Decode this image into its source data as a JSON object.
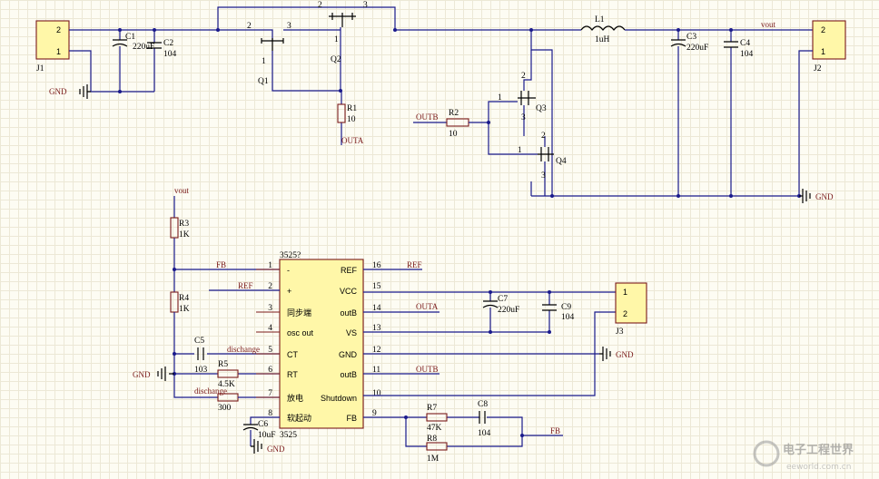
{
  "nets": {
    "gnd": "GND",
    "vout": "vout",
    "outa": "OUTA",
    "outb": "OUTB",
    "fb": "FB",
    "ref": "REF",
    "discharge": "dischange"
  },
  "connectors": {
    "j1": {
      "ref": "J1",
      "pins": [
        "2",
        "1"
      ]
    },
    "j2": {
      "ref": "J2",
      "pins": [
        "2",
        "1"
      ]
    },
    "j3": {
      "ref": "J3",
      "pins": [
        "1",
        "2"
      ]
    }
  },
  "parts": {
    "c1": {
      "ref": "C1",
      "value": "220uF"
    },
    "c2": {
      "ref": "C2",
      "value": "104"
    },
    "c3": {
      "ref": "C3",
      "value": "220uF"
    },
    "c4": {
      "ref": "C4",
      "value": "104"
    },
    "c5": {
      "ref": "C5",
      "value": "103"
    },
    "c6": {
      "ref": "C6",
      "value": "10uF"
    },
    "c7": {
      "ref": "C7",
      "value": "220uF"
    },
    "c8": {
      "ref": "C8",
      "value": "104"
    },
    "c9": {
      "ref": "C9",
      "value": "104"
    },
    "l1": {
      "ref": "L1",
      "value": "1uH"
    },
    "r1": {
      "ref": "R1",
      "value": "10"
    },
    "r2": {
      "ref": "R2",
      "value": "10"
    },
    "r3": {
      "ref": "R3",
      "value": "1K"
    },
    "r4": {
      "ref": "R4",
      "value": "1K"
    },
    "r5": {
      "ref": "R5",
      "value": "4.5K"
    },
    "r6": {
      "value": "300"
    },
    "r7": {
      "ref": "R7",
      "value": "47K"
    },
    "r8": {
      "ref": "R8",
      "value": "1M"
    },
    "q1": {
      "ref": "Q1",
      "pin_a": "2",
      "pin_b": "3",
      "pin_c": "1"
    },
    "q2": {
      "ref": "Q2",
      "pin_a": "2",
      "pin_b": "3",
      "pin_c": "1"
    },
    "q3": {
      "ref": "Q3",
      "pin_a": "1",
      "pin_b": "2",
      "pin_c": "3"
    },
    "q4": {
      "ref": "Q4",
      "pin_a": "1",
      "pin_b": "2",
      "pin_c": "3"
    }
  },
  "ic": {
    "ref_top": "3525?",
    "ref_bottom": "3525",
    "left_pins": [
      {
        "num": "1",
        "name": "-"
      },
      {
        "num": "2",
        "name": "+"
      },
      {
        "num": "3",
        "name": "同步端"
      },
      {
        "num": "4",
        "name": "osc out"
      },
      {
        "num": "5",
        "name": "CT"
      },
      {
        "num": "6",
        "name": "RT"
      },
      {
        "num": "7",
        "name": "放电"
      },
      {
        "num": "8",
        "name": "软起动"
      }
    ],
    "right_pins": [
      {
        "num": "16",
        "name": "REF"
      },
      {
        "num": "15",
        "name": "VCC"
      },
      {
        "num": "14",
        "name": "outB"
      },
      {
        "num": "13",
        "name": "VS"
      },
      {
        "num": "12",
        "name": "GND"
      },
      {
        "num": "11",
        "name": "outB"
      },
      {
        "num": "10",
        "name": "Shutdown"
      },
      {
        "num": "9",
        "name": "FB"
      }
    ]
  },
  "watermark": {
    "title": "电子工程世界",
    "url": "eeworld.com.cn"
  }
}
